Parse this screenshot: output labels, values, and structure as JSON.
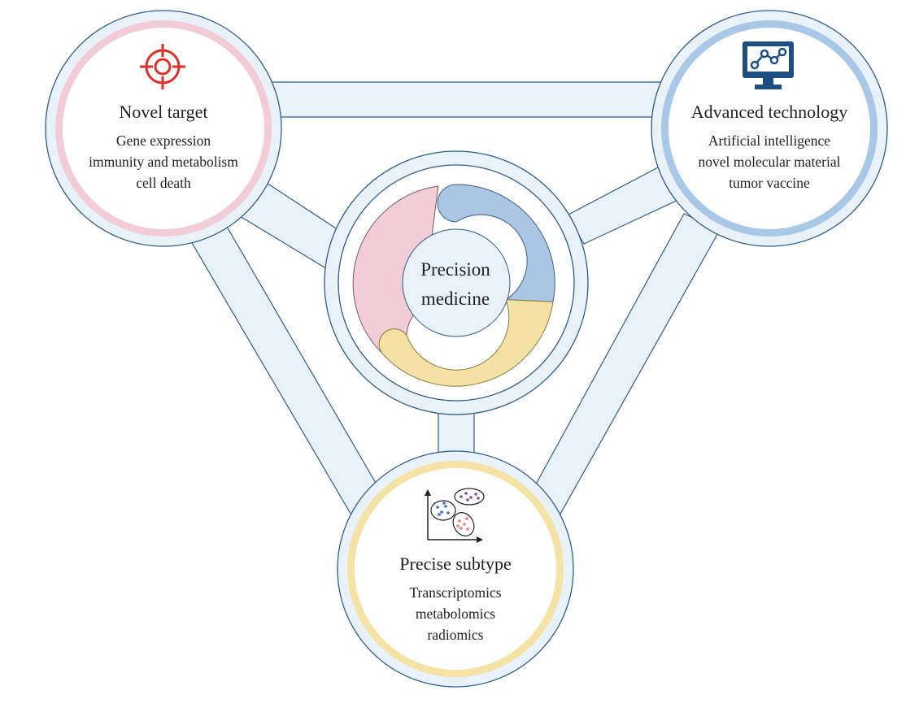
{
  "center": {
    "line1": "Precision",
    "line2": "medicine"
  },
  "nodes": {
    "target": {
      "title": "Novel target",
      "lines": [
        "Gene expression",
        "immunity and metabolism",
        "cell death"
      ],
      "icon": "crosshair-target-icon",
      "ring_color": "#f3d0da"
    },
    "technology": {
      "title": "Advanced technology",
      "lines": [
        "Artificial intelligence",
        "novel molecular material",
        "tumor vaccine"
      ],
      "icon": "monitor-chart-icon",
      "ring_color": "#a9c7e6"
    },
    "subtype": {
      "title": "Precise subtype",
      "lines": [
        "Transcriptomics",
        "metabolomics",
        "radiomics"
      ],
      "icon": "cluster-scatter-icon",
      "ring_color": "#f3e0a0"
    }
  },
  "colors": {
    "connector_fill": "#e9f1f9",
    "connector_stroke": "#2f5d8c",
    "hub_fill": "#e9f1f9",
    "ring_pink": "#f2cdd7",
    "ring_blue": "#a9c7e6",
    "ring_yellow": "#f5e3a6",
    "target_red": "#d9302b",
    "monitor_blue": "#1f4f82"
  }
}
